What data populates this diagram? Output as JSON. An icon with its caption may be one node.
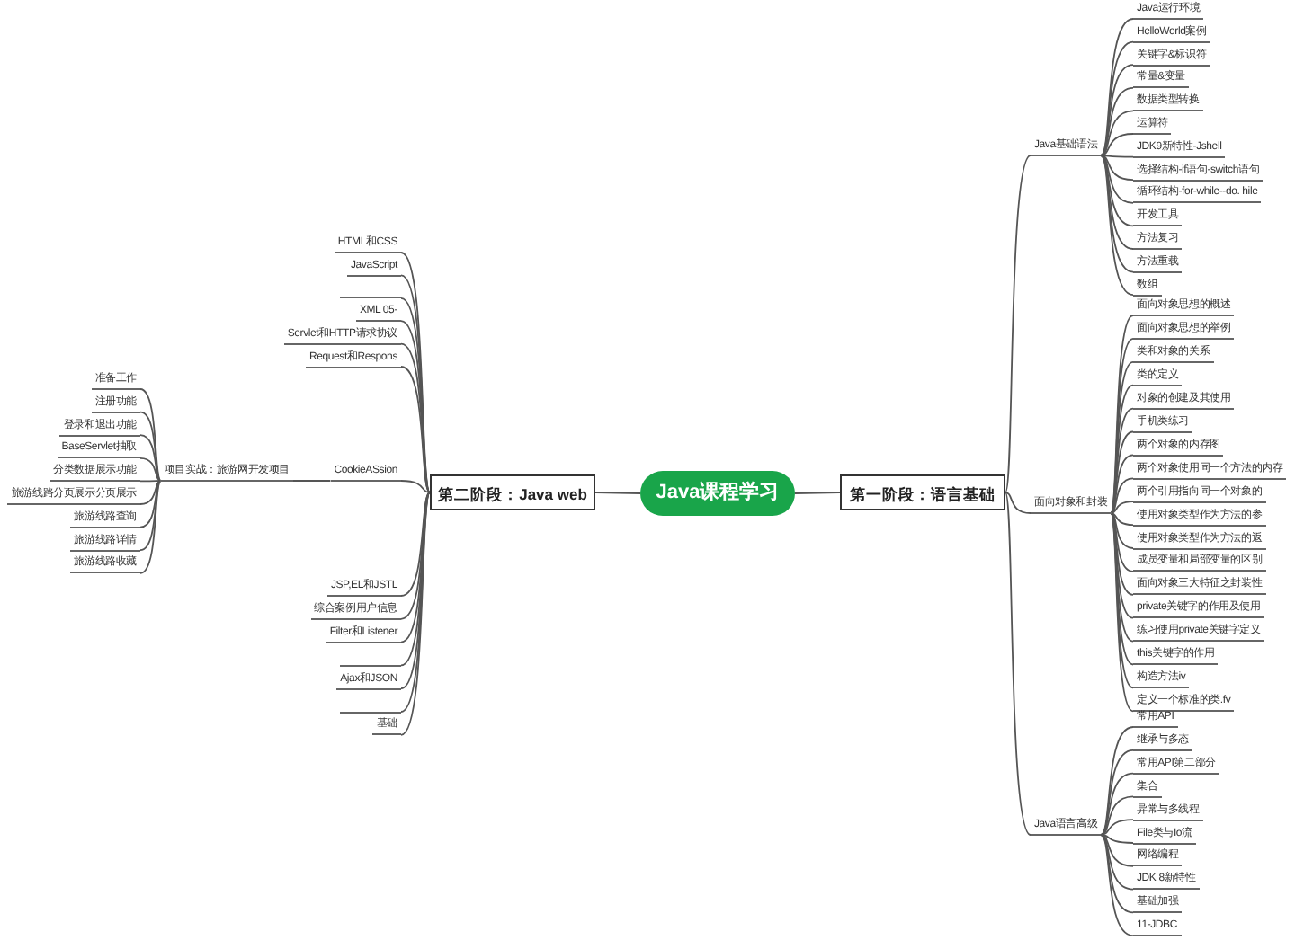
{
  "diagram": {
    "nodes": [
      {
        "text": [
          "Java课程学习"
        ]
      },
      {
        "text": [
          "第一阶段：语言基础"
        ]
      },
      {
        "text": [
          "Java基础语法"
        ]
      },
      {
        "text": [
          "Java运行环境"
        ]
      },
      {
        "text": [
          "HelloWorld案例"
        ]
      },
      {
        "text": [
          "关键字&标识符"
        ]
      },
      {
        "text": [
          "常量&变量"
        ]
      },
      {
        "text": [
          "数据类型转换"
        ]
      },
      {
        "text": [
          "运算符"
        ]
      },
      {
        "text": [
          "JDK9新特性-Jshell"
        ]
      },
      {
        "text": [
          "选择结构-if语句-switch语句"
        ]
      },
      {
        "text": [
          "循环结构-for-while--do. hile"
        ]
      },
      {
        "text": [
          "开发工具"
        ]
      },
      {
        "text": [
          "方法复习"
        ]
      },
      {
        "text": [
          "方法重载"
        ]
      },
      {
        "text": [
          "数组"
        ]
      },
      {
        "text": [
          "面向对象和封装"
        ]
      },
      {
        "text": [
          "面向对象思想的概述"
        ]
      },
      {
        "text": [
          "面向对象思想的举例"
        ]
      },
      {
        "text": [
          "类和对象的关系"
        ]
      },
      {
        "text": [
          "类的定义"
        ]
      },
      {
        "text": [
          "对象的创建及其使用"
        ]
      },
      {
        "text": [
          "手机类练习"
        ]
      },
      {
        "text": [
          "两个对象的内存图"
        ]
      },
      {
        "text": [
          "两个对象使用同一个方法的内存"
        ]
      },
      {
        "text": [
          "两个引用指向同一个对象的"
        ]
      },
      {
        "text": [
          "使用对象类型作为方法的参"
        ]
      },
      {
        "text": [
          "使用对象类型作为方法的返"
        ]
      },
      {
        "text": [
          "成员变量和局部变量的区别"
        ]
      },
      {
        "text": [
          "面向对象三大特征之封装性"
        ]
      },
      {
        "text": [
          "private关键字的作用及使用"
        ]
      },
      {
        "text": [
          "练习使用private关键字定义"
        ]
      },
      {
        "text": [
          "this关键字的作用"
        ]
      },
      {
        "text": [
          "构造方法iv"
        ]
      },
      {
        "text": [
          "定义一个标准的类.fv"
        ]
      },
      {
        "text": [
          "Java语言高级"
        ]
      },
      {
        "text": [
          "常用API"
        ]
      },
      {
        "text": [
          "继承与多态"
        ]
      },
      {
        "text": [
          "常用API第二部分"
        ]
      },
      {
        "text": [
          "集合"
        ]
      },
      {
        "text": [
          "异常与多线程"
        ]
      },
      {
        "text": [
          "File类与Io流"
        ]
      },
      {
        "text": [
          "网络编程"
        ]
      },
      {
        "text": [
          "JDK 8新特性"
        ]
      },
      {
        "text": [
          "基础加强"
        ]
      },
      {
        "text": [
          "11-JDBC"
        ]
      },
      {
        "text": [
          "第二阶段：Java web"
        ]
      },
      {
        "text": [
          "HTML和CSS"
        ]
      },
      {
        "text": [
          "JavaScript"
        ]
      },
      {
        "text": [],
        "shape": "line"
      },
      {
        "text": [
          "XML 05-"
        ]
      },
      {
        "text": [
          "Servlet和HTTP请求协议"
        ]
      },
      {
        "text": [
          "Request和Respons"
        ]
      },
      {
        "text": [
          "CookieASsion"
        ]
      },
      {
        "text": [
          "项目实战：旅游网开发项目"
        ]
      },
      {
        "text": [
          "准备工作"
        ]
      },
      {
        "text": [
          "注册功能"
        ]
      },
      {
        "text": [
          "登录和退出功能"
        ]
      },
      {
        "text": [
          "BaseServlet抽取"
        ]
      },
      {
        "text": [
          "分类数据展示功能"
        ]
      },
      {
        "text": [
          "旅游线路分页展示分页展示"
        ]
      },
      {
        "text": [
          "旅游线路查询"
        ]
      },
      {
        "text": [
          "旅游线路详情"
        ]
      },
      {
        "text": [
          "旅游线路收藏"
        ]
      },
      {
        "text": [
          "JSP,EL和JSTL"
        ]
      },
      {
        "text": [
          "综合案例用户信息"
        ]
      },
      {
        "text": [
          "Filter和Listener"
        ]
      },
      {
        "text": [],
        "shape": "line"
      },
      {
        "text": [
          "Ajax和JSON"
        ]
      },
      {
        "text": [],
        "shape": "line"
      },
      {
        "text": [
          "基础"
        ]
      }
    ],
    "edges": [
      {
        "from": 0,
        "to": 1,
        "arrow": "none"
      },
      {
        "from": 1,
        "to": 2,
        "arrow": "none"
      },
      {
        "from": 2,
        "to": 3,
        "arrow": "none"
      },
      {
        "from": 2,
        "to": 4,
        "arrow": "none"
      },
      {
        "from": 2,
        "to": 5,
        "arrow": "none"
      },
      {
        "from": 2,
        "to": 6,
        "arrow": "none"
      },
      {
        "from": 2,
        "to": 7,
        "arrow": "none"
      },
      {
        "from": 2,
        "to": 8,
        "arrow": "none"
      },
      {
        "from": 2,
        "to": 9,
        "arrow": "none"
      },
      {
        "from": 2,
        "to": 10,
        "arrow": "none"
      },
      {
        "from": 2,
        "to": 11,
        "arrow": "none"
      },
      {
        "from": 2,
        "to": 12,
        "arrow": "none"
      },
      {
        "from": 2,
        "to": 13,
        "arrow": "none"
      },
      {
        "from": 2,
        "to": 14,
        "arrow": "none"
      },
      {
        "from": 2,
        "to": 15,
        "arrow": "none"
      },
      {
        "from": 1,
        "to": 16,
        "arrow": "none"
      },
      {
        "from": 16,
        "to": 17,
        "arrow": "none"
      },
      {
        "from": 16,
        "to": 18,
        "arrow": "none"
      },
      {
        "from": 16,
        "to": 19,
        "arrow": "none"
      },
      {
        "from": 16,
        "to": 20,
        "arrow": "none"
      },
      {
        "from": 16,
        "to": 21,
        "arrow": "none"
      },
      {
        "from": 16,
        "to": 22,
        "arrow": "none"
      },
      {
        "from": 16,
        "to": 23,
        "arrow": "none"
      },
      {
        "from": 16,
        "to": 24,
        "arrow": "none"
      },
      {
        "from": 16,
        "to": 25,
        "arrow": "none"
      },
      {
        "from": 16,
        "to": 26,
        "arrow": "none"
      },
      {
        "from": 16,
        "to": 27,
        "arrow": "none"
      },
      {
        "from": 16,
        "to": 28,
        "arrow": "none"
      },
      {
        "from": 16,
        "to": 29,
        "arrow": "none"
      },
      {
        "from": 16,
        "to": 30,
        "arrow": "none"
      },
      {
        "from": 16,
        "to": 31,
        "arrow": "none"
      },
      {
        "from": 16,
        "to": 32,
        "arrow": "none"
      },
      {
        "from": 16,
        "to": 33,
        "arrow": "none"
      },
      {
        "from": 16,
        "to": 34,
        "arrow": "none"
      },
      {
        "from": 1,
        "to": 35,
        "arrow": "none"
      },
      {
        "from": 35,
        "to": 36,
        "arrow": "none"
      },
      {
        "from": 35,
        "to": 37,
        "arrow": "none"
      },
      {
        "from": 35,
        "to": 38,
        "arrow": "none"
      },
      {
        "from": 35,
        "to": 39,
        "arrow": "none"
      },
      {
        "from": 35,
        "to": 40,
        "arrow": "none"
      },
      {
        "from": 35,
        "to": 41,
        "arrow": "none"
      },
      {
        "from": 35,
        "to": 42,
        "arrow": "none"
      },
      {
        "from": 35,
        "to": 43,
        "arrow": "none"
      },
      {
        "from": 35,
        "to": 44,
        "arrow": "none"
      },
      {
        "from": 35,
        "to": 45,
        "arrow": "none"
      },
      {
        "from": 0,
        "to": 46,
        "arrow": "none"
      },
      {
        "from": 46,
        "to": 47,
        "arrow": "none"
      },
      {
        "from": 46,
        "to": 48,
        "arrow": "none"
      },
      {
        "from": 46,
        "to": 49,
        "arrow": "none"
      },
      {
        "from": 46,
        "to": 50,
        "arrow": "none"
      },
      {
        "from": 46,
        "to": 51,
        "arrow": "none"
      },
      {
        "from": 46,
        "to": 52,
        "arrow": "none"
      },
      {
        "from": 46,
        "to": 53,
        "arrow": "none"
      },
      {
        "from": 53,
        "to": 54,
        "arrow": "none"
      },
      {
        "from": 54,
        "to": 55,
        "arrow": "none"
      },
      {
        "from": 54,
        "to": 56,
        "arrow": "none"
      },
      {
        "from": 54,
        "to": 57,
        "arrow": "none"
      },
      {
        "from": 54,
        "to": 58,
        "arrow": "none"
      },
      {
        "from": 54,
        "to": 59,
        "arrow": "none"
      },
      {
        "from": 54,
        "to": 60,
        "arrow": "none"
      },
      {
        "from": 54,
        "to": 61,
        "arrow": "none"
      },
      {
        "from": 54,
        "to": 62,
        "arrow": "none"
      },
      {
        "from": 54,
        "to": 63,
        "arrow": "none"
      },
      {
        "from": 46,
        "to": 64,
        "arrow": "none"
      },
      {
        "from": 46,
        "to": 65,
        "arrow": "none"
      },
      {
        "from": 46,
        "to": 66,
        "arrow": "none"
      },
      {
        "from": 46,
        "to": 67,
        "arrow": "none"
      },
      {
        "from": 46,
        "to": 68,
        "arrow": "none"
      },
      {
        "from": 46,
        "to": 69,
        "arrow": "none"
      },
      {
        "from": 46,
        "to": 70,
        "arrow": "none"
      }
    ]
  }
}
